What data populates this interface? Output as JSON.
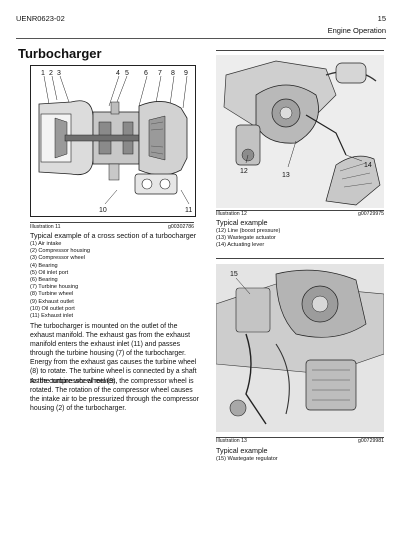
{
  "header": {
    "doc_code": "UENR0623-02",
    "page_number": "15",
    "section": "Engine Operation"
  },
  "title": "Turbocharger",
  "illustration_11": {
    "label": "Illustration 11",
    "code": "g00302786",
    "callouts": [
      "1",
      "2",
      "3",
      "4",
      "5",
      "6",
      "7",
      "8",
      "9",
      "10",
      "11"
    ],
    "caption": "Typical example of a cross section of a turbocharger",
    "legend": [
      "(1) Air intake",
      "(2) Compressor housing",
      "(3) Compressor wheel",
      "(4) Bearing",
      "(5) Oil inlet port",
      "(6) Bearing",
      "(7) Turbine housing",
      "(8) Turbine wheel",
      "(9) Exhaust outlet",
      "(10) Oil outlet port",
      "(11) Exhaust inlet"
    ]
  },
  "body_paragraphs": [
    "The turbocharger is mounted on the outlet of the exhaust manifold. The exhaust gas from the exhaust manifold enters the exhaust inlet (11) and passes through the turbine housing (7) of the turbocharger. Energy from the exhaust gas causes the turbine wheel (8) to rotate. The turbine wheel is connected by a shaft to the compressor wheel (3).",
    "As the turbine wheel rotates, the compressor wheel is rotated. The rotation of the compressor wheel causes the intake air to be pressurized through the compressor housing (2) of the turbocharger."
  ],
  "illustration_12": {
    "label": "Illustration 12",
    "code": "g00729975",
    "callouts": [
      "12",
      "13",
      "14"
    ],
    "caption": "Typical example",
    "legend": [
      "(12) Line (boost pressure)",
      "(13) Wastegate actuator",
      "(14) Actuating lever"
    ]
  },
  "illustration_13": {
    "label": "Illustration 13",
    "code": "g00729981",
    "callouts": [
      "15"
    ],
    "caption": "Typical example",
    "legend": [
      "(15) Wastegate regulator"
    ]
  }
}
